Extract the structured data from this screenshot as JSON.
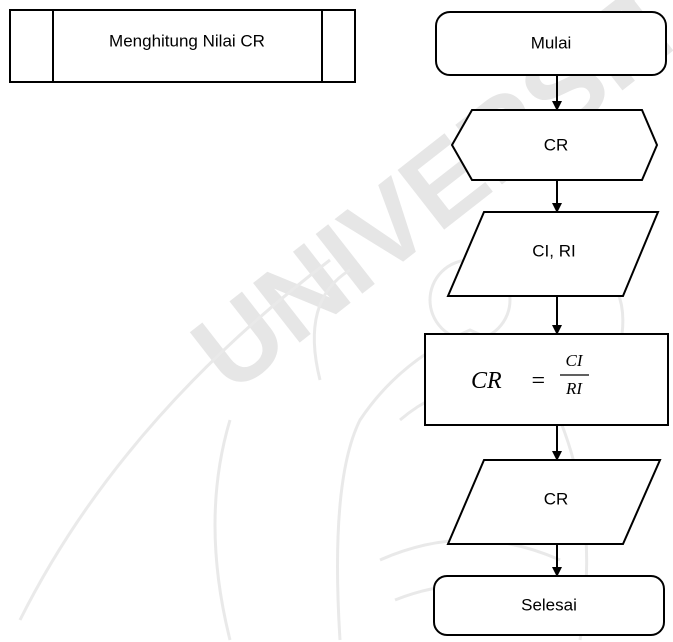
{
  "subprocess": {
    "label": "Menghitung Nilai CR"
  },
  "flow": {
    "start": "Mulai",
    "preparation": "CR",
    "input": "CI, RI",
    "process": {
      "lhs": "CR",
      "eq": "=",
      "numerator": "CI",
      "denominator": "RI"
    },
    "output": "CR",
    "end": "Selesai"
  },
  "watermark": {
    "text": "UNIVERSITAS"
  },
  "colors": {
    "stroke": "#000000",
    "fill": "#ffffff",
    "watermark": "#9a9a9a"
  }
}
